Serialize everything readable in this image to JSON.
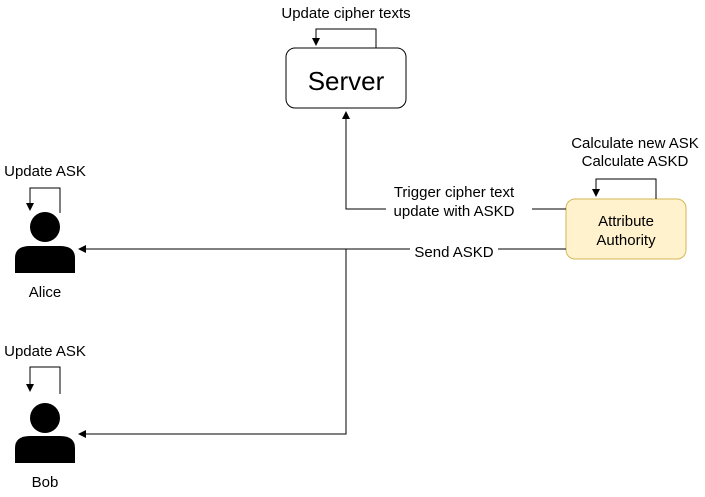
{
  "nodes": {
    "server": {
      "label": "Server"
    },
    "attribute_authority": {
      "line1": "Attribute",
      "line2": "Authority",
      "fill": "#fff2cc",
      "stroke": "#d6b656"
    },
    "alice": {
      "label": "Alice"
    },
    "bob": {
      "label": "Bob"
    }
  },
  "labels": {
    "server_loop": "Update cipher texts",
    "aa_loop_line1": "Calculate new ASK",
    "aa_loop_line2": "Calculate ASKD",
    "alice_loop": "Update ASK",
    "bob_loop": "Update ASK",
    "trigger_line1": "Trigger cipher text",
    "trigger_line2": "update with ASKD",
    "send_askd": "Send ASKD"
  },
  "icons": {
    "alice": "user-icon",
    "bob": "user-icon"
  }
}
